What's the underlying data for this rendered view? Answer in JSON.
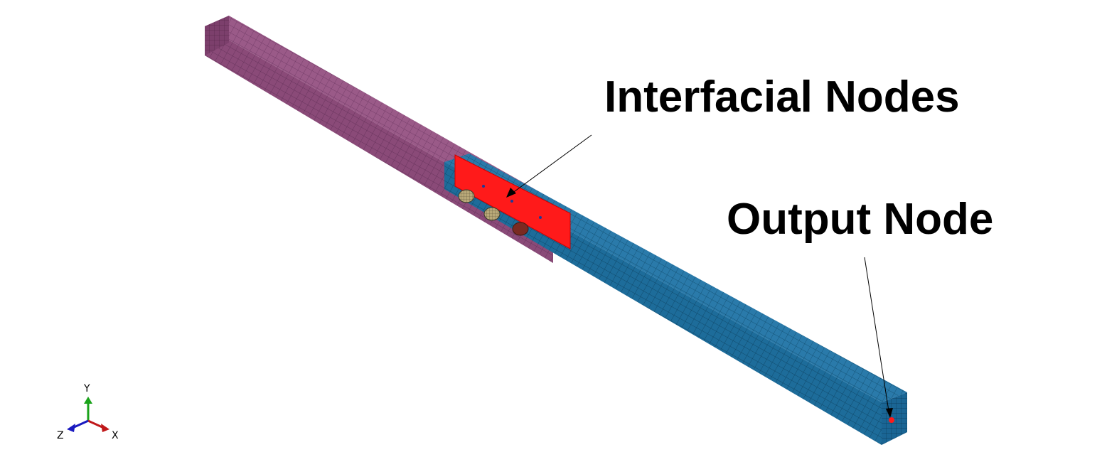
{
  "annotations": {
    "interfacial_nodes": "Interfacial Nodes",
    "output_node": "Output Node"
  },
  "triad": {
    "y_label": "Y",
    "x_label": "X",
    "z_label": "Z"
  },
  "colors": {
    "upper_beam": "#8a4a78",
    "lower_beam": "#1d6c9a",
    "interface_patch": "#ff1a1a",
    "axis_x": "#c0181a",
    "axis_y": "#1aa31a",
    "axis_z": "#1a1ac0"
  },
  "icons": [
    "coordinate-triad-icon"
  ]
}
